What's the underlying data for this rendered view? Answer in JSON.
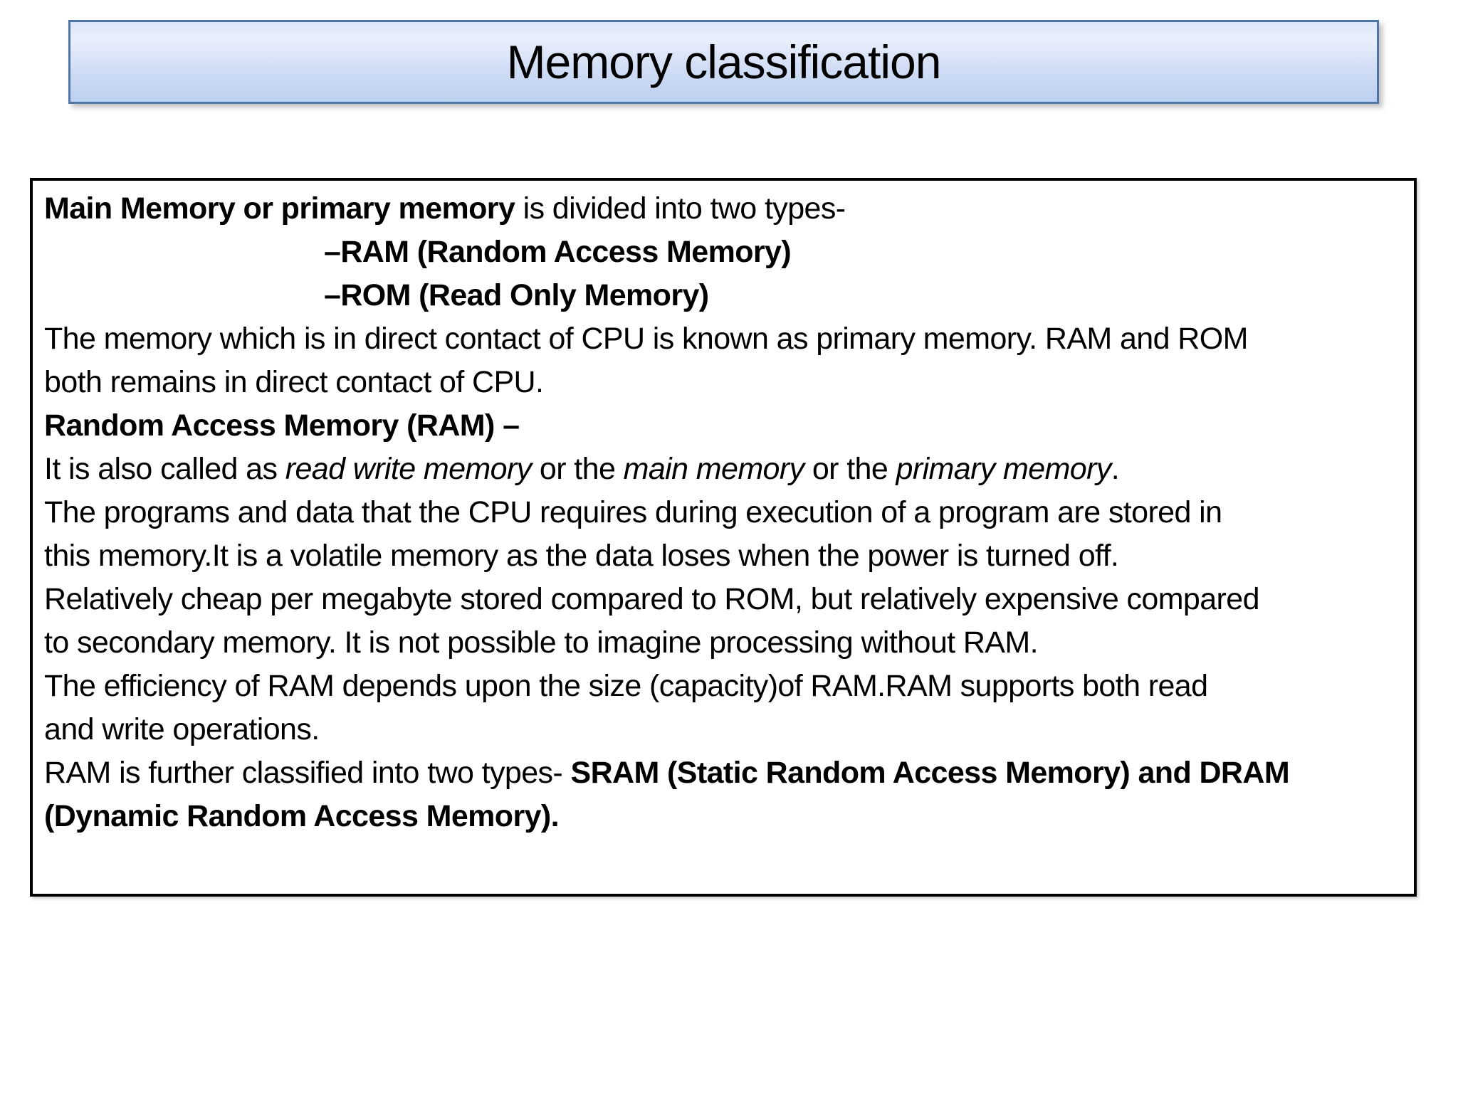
{
  "slide": {
    "title": "Memory classification",
    "colors": {
      "text": "#000000",
      "title_border": "#4e76a8",
      "title_fill_top": "#dce6f8",
      "title_fill_mid": "#e9effc",
      "title_fill_low": "#cfdcf5",
      "title_fill_bottom": "#bcd0f0",
      "content_border": "#000000"
    },
    "content_lines": [
      {
        "indent": false,
        "runs": [
          {
            "text": "Main Memory or primary memory",
            "bold": true
          },
          {
            "text": " is divided into two types-"
          }
        ]
      },
      {
        "indent": true,
        "runs": [
          {
            "text": "–RAM (Random Access Memory)",
            "bold": true
          }
        ]
      },
      {
        "indent": true,
        "runs": [
          {
            "text": "–ROM (Read Only Memory)",
            "bold": true
          }
        ]
      },
      {
        "indent": false,
        "runs": [
          {
            "text": "The memory which is in direct contact of CPU is known as primary memory. RAM and ROM"
          }
        ]
      },
      {
        "indent": false,
        "runs": [
          {
            "text": "both remains in direct contact of CPU."
          }
        ]
      },
      {
        "indent": false,
        "runs": [
          {
            "text": "Random Access Memory (RAM) –",
            "bold": true
          }
        ]
      },
      {
        "indent": false,
        "runs": [
          {
            "text": "It is also called as "
          },
          {
            "text": "read write memory",
            "italic": true
          },
          {
            "text": " or the "
          },
          {
            "text": "main memory",
            "italic": true
          },
          {
            "text": " or the "
          },
          {
            "text": "primary memory",
            "italic": true
          },
          {
            "text": "."
          }
        ]
      },
      {
        "indent": false,
        "runs": [
          {
            "text": "The programs and data that the CPU requires during execution of a program are stored in"
          }
        ]
      },
      {
        "indent": false,
        "runs": [
          {
            "text": "this memory.It is a volatile memory as the data loses when the power is turned off."
          }
        ]
      },
      {
        "indent": false,
        "runs": [
          {
            "text": "Relatively cheap per megabyte stored compared to ROM, but relatively expensive compared"
          }
        ]
      },
      {
        "indent": false,
        "runs": [
          {
            "text": "to secondary memory. It is not possible to imagine processing without RAM."
          }
        ]
      },
      {
        "indent": false,
        "runs": [
          {
            "text": "The efficiency of RAM depends upon the size (capacity)of RAM.RAM supports both read"
          }
        ]
      },
      {
        "indent": false,
        "runs": [
          {
            "text": "and write operations."
          }
        ]
      },
      {
        "indent": false,
        "runs": [
          {
            "text": "RAM is further classified into two types- "
          },
          {
            "text": "SRAM (Static Random Access Memory) and DRAM",
            "bold": true
          }
        ]
      },
      {
        "indent": false,
        "runs": [
          {
            "text": "(Dynamic Random Access Memory).",
            "bold": true
          }
        ]
      }
    ]
  }
}
